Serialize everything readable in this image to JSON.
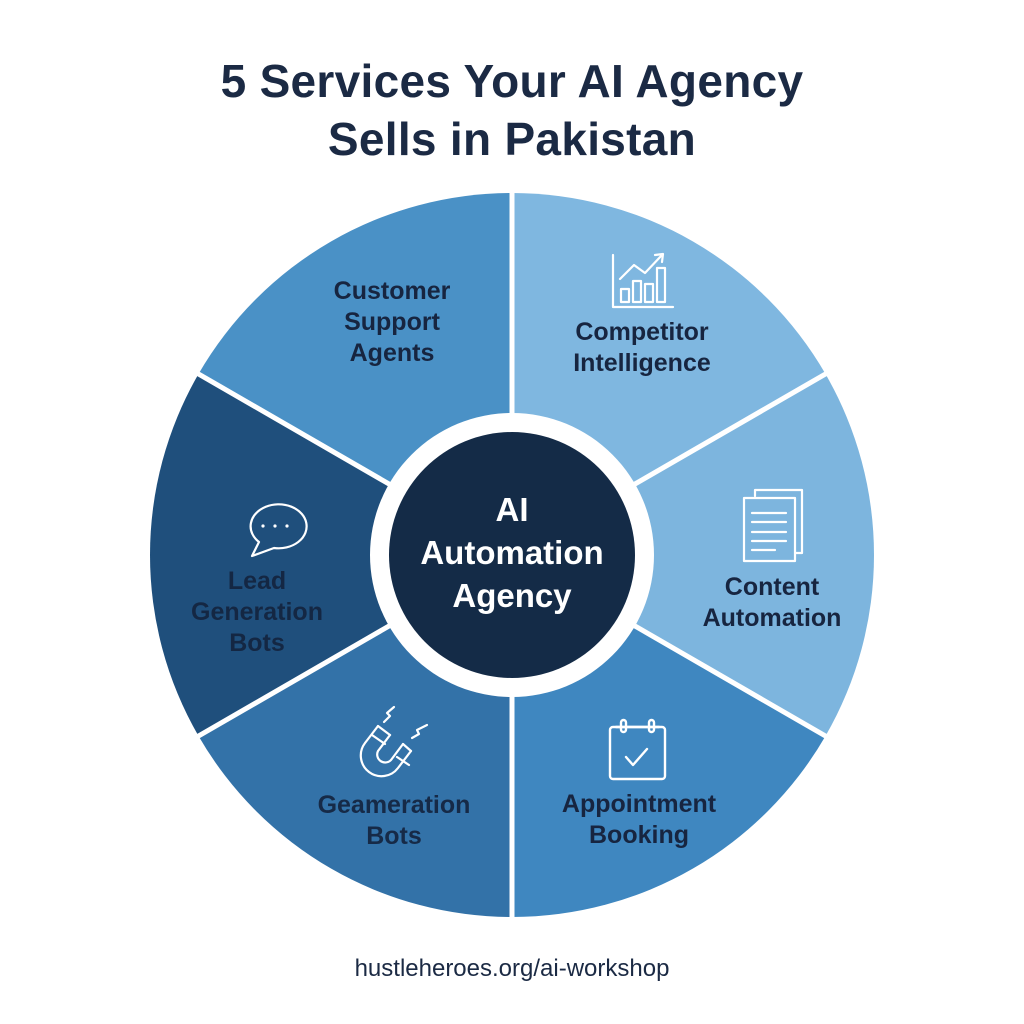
{
  "title": {
    "line1": "5 Services Your AI Agency",
    "line2": "Sells in Pakistan"
  },
  "center": {
    "line1": "AI",
    "line2": "Automation",
    "line3": "Agency",
    "color": "#142b47"
  },
  "segments": [
    {
      "id": "customer-support-agents",
      "lines": [
        "Customer",
        "Support",
        "Agents"
      ],
      "icon": null,
      "color": "#4a91c6"
    },
    {
      "id": "competitor-intelligence",
      "lines": [
        "Competitor",
        "Intelligence"
      ],
      "icon": "bar-chart-trend-icon",
      "color": "#7fb7e0"
    },
    {
      "id": "content-automation",
      "lines": [
        "Content",
        "Automation"
      ],
      "icon": "documents-icon",
      "color": "#7db5de"
    },
    {
      "id": "appointment-booking",
      "lines": [
        "Appointment",
        "Booking"
      ],
      "icon": "calendar-check-icon",
      "color": "#3f87c0"
    },
    {
      "id": "generation-bots",
      "lines": [
        "Geameration",
        "Bots"
      ],
      "icon": "magnet-icon",
      "color": "#3372a8"
    },
    {
      "id": "lead-generation-bots",
      "lines": [
        "Lead",
        "Generation",
        "Bots"
      ],
      "icon": "chat-bubble-icon",
      "color": "#1f4f7c"
    }
  ],
  "footer": {
    "url": "hustleheroes.org/ai-workshop"
  },
  "colors": {
    "title": "#1b2a44",
    "label_text": "#172540",
    "divider": "#ffffff",
    "background": "#ffffff"
  }
}
